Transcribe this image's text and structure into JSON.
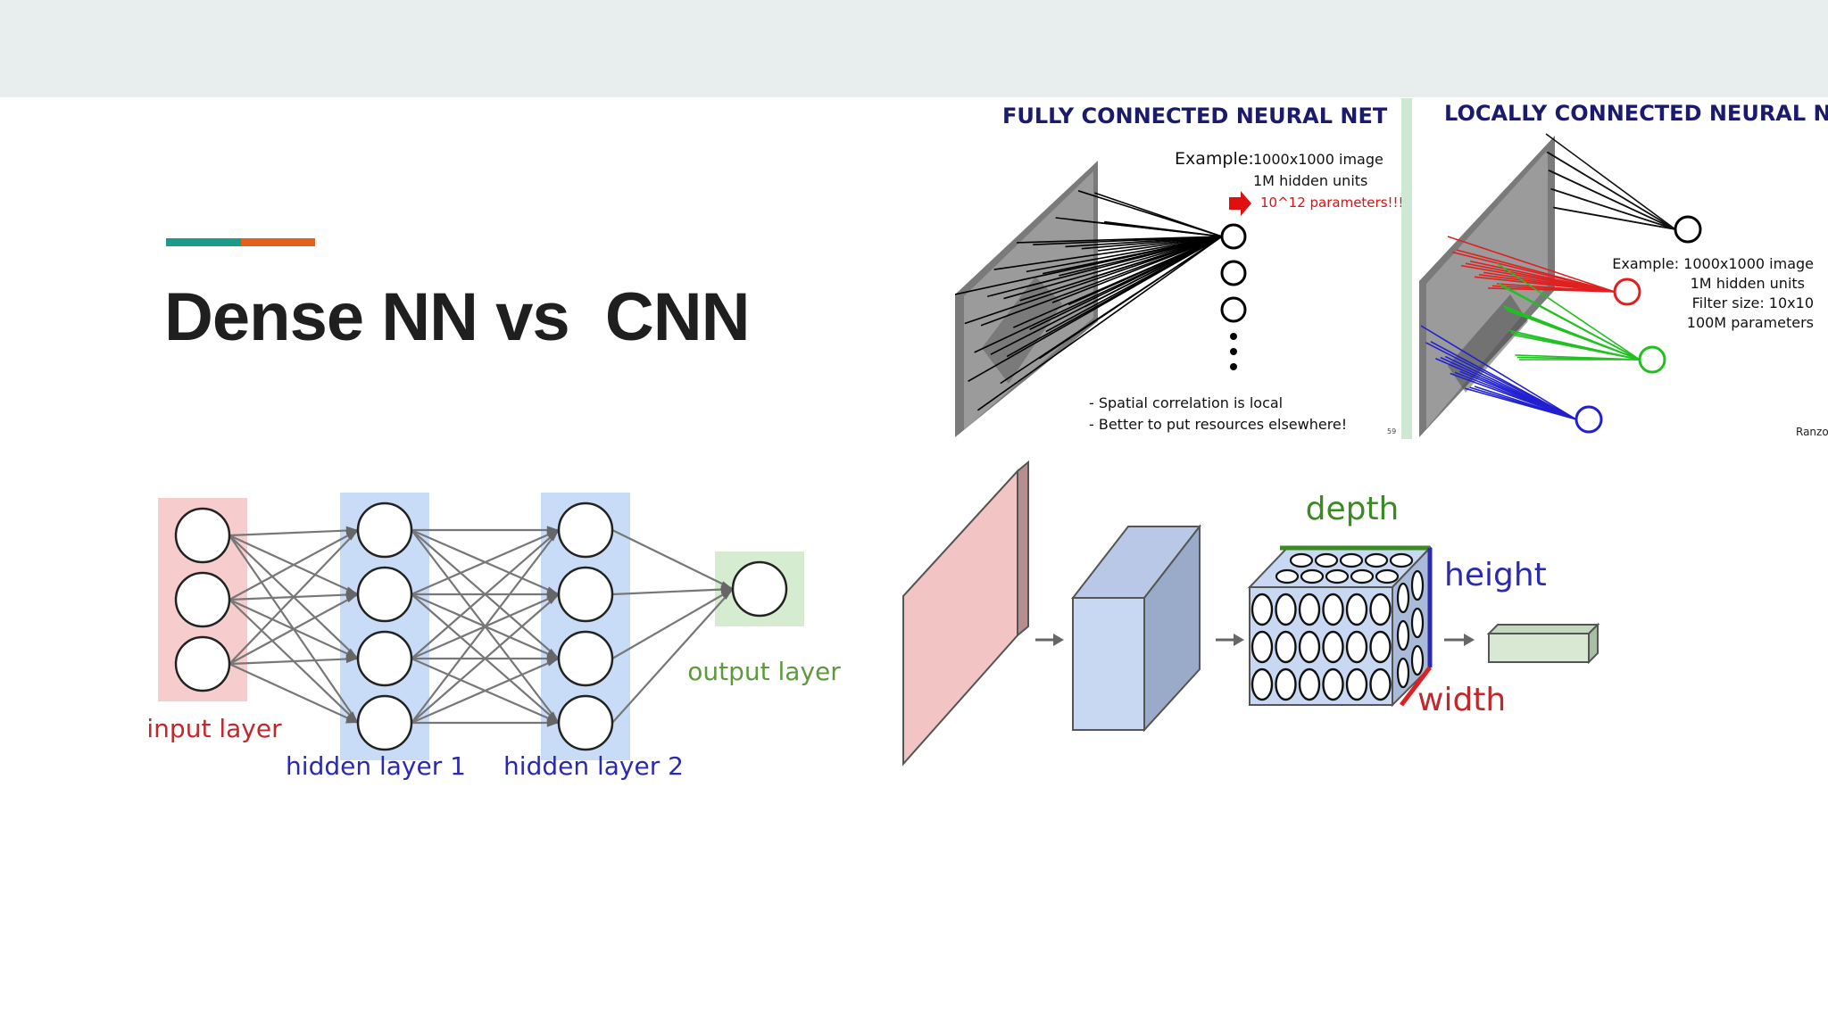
{
  "slide": {
    "title": "Dense NN vs  CNN",
    "accent_colors": [
      "#1c9a8a",
      "#e0621b"
    ],
    "background": "#ffffff",
    "header_band": "#e8eeed"
  },
  "dense_nn": {
    "layers": [
      {
        "label": "input layer",
        "nodes": 3,
        "label_color": "#c0282c",
        "band_color": "#f6cccc"
      },
      {
        "label": "hidden layer 1",
        "nodes": 4,
        "label_color": "#2a2ab0",
        "band_color": "#c9dcf7"
      },
      {
        "label": "hidden layer 2",
        "nodes": 4,
        "label_color": "#2a2ab0",
        "band_color": "#c9dcf7"
      },
      {
        "label": "output layer",
        "nodes": 1,
        "label_color": "#5d9a3c",
        "band_color": "#d5ecd0"
      }
    ]
  },
  "fully_connected_panel": {
    "title": "FULLY CONNECTED NEURAL NET",
    "example_label": "Example:",
    "example_lines": [
      "1000x1000 image",
      "1M hidden units"
    ],
    "highlight": "10^12 parameters!!!",
    "notes": [
      "- Spatial correlation is local",
      "- Better to put resources elsewhere!"
    ],
    "page_number": "59"
  },
  "locally_connected_panel": {
    "title": "LOCALLY CONNECTED NEURAL NET",
    "example_lines": [
      "Example: 1000x1000 image",
      "1M hidden units",
      "Filter size: 10x10",
      "100M parameters"
    ],
    "credit": "Ranzo",
    "connection_colors": [
      "#e02020",
      "#20c020",
      "#2020d0"
    ]
  },
  "cnn_volume": {
    "labels": {
      "depth": "depth",
      "height": "height",
      "width": "width"
    },
    "label_colors": {
      "depth": "#3c8a26",
      "height": "#2a2ab0",
      "width": "#c0282c"
    },
    "grid_rows": 3,
    "grid_cols": 6
  }
}
